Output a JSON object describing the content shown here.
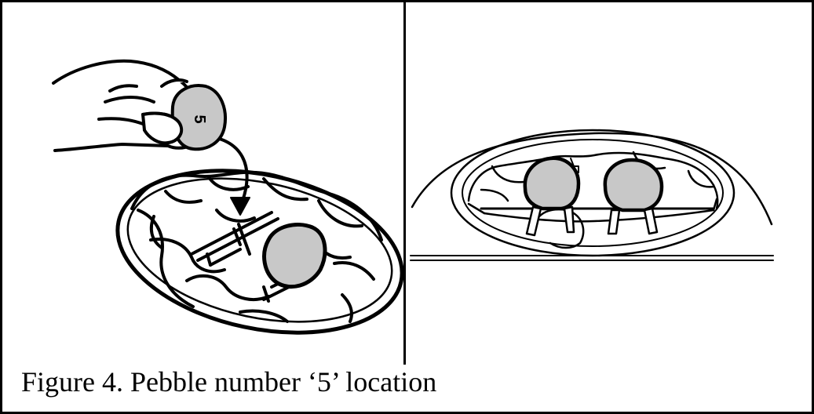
{
  "figure": {
    "caption": "Figure 4. Pebble number ‘5’ location",
    "pebble_number": "5"
  },
  "colors": {
    "line": "#000000",
    "pebble_fill": "#c8c8c8",
    "background": "#ffffff"
  },
  "icons": {
    "left_panel": "hand-placing-pebble-illustration",
    "right_panel": "pebbles-in-tray-side-view-illustration"
  }
}
